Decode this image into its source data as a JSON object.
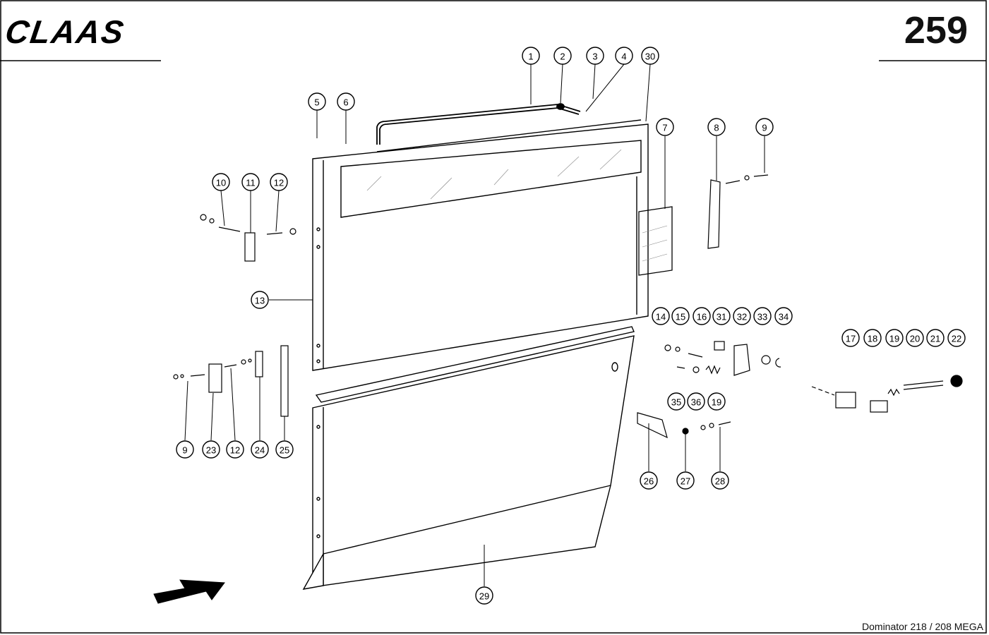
{
  "header": {
    "brand": "CLAAS",
    "page_number": "259"
  },
  "footer": {
    "model": "Dominator 218 / 208 MEGA"
  },
  "callouts": [
    "1",
    "2",
    "3",
    "4",
    "30",
    "5",
    "6",
    "7",
    "8",
    "9",
    "10",
    "11",
    "12",
    "13",
    "14",
    "15",
    "16",
    "31",
    "32",
    "33",
    "34",
    "17",
    "18",
    "19",
    "20",
    "21",
    "22",
    "35",
    "36",
    "19",
    "9",
    "23",
    "12",
    "24",
    "25",
    "26",
    "27",
    "28",
    "29"
  ]
}
